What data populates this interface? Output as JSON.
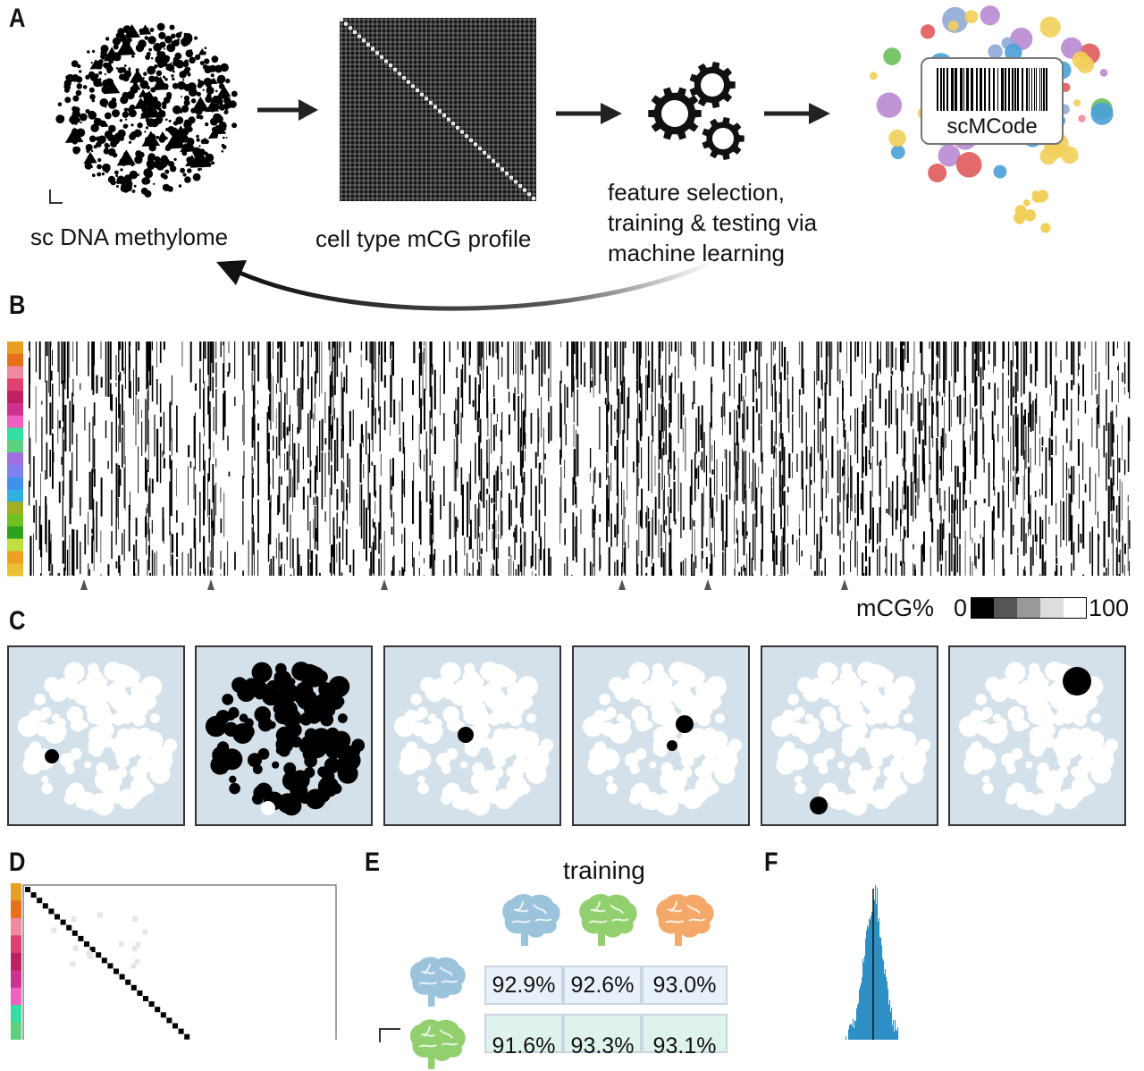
{
  "panels": {
    "a": "A",
    "b": "B",
    "c": "C",
    "d": "D",
    "e": "E",
    "f": "F"
  },
  "pipeline": {
    "step1_label": "sc DNA methylome",
    "step2_label": "cell type mCG profile",
    "step3_label_lines": [
      "feature selection,",
      "training & testing via",
      "machine learning"
    ],
    "barcode_label": "scMCode"
  },
  "heatmap_legend": {
    "title": "mCG%",
    "min": "0",
    "max": "100"
  },
  "accuracy_table": {
    "header": "training",
    "row_1": [
      "92.9%",
      "92.6%",
      "93.0%"
    ],
    "row_2_partial": [
      "91.6%",
      "93.3%",
      "93.1%"
    ]
  },
  "colors": {
    "brain_blue": "#9cc3dc",
    "brain_green": "#92cf6e",
    "brain_orange": "#f4a96a",
    "umap_bg": "#d5e1ea",
    "histogram": "#2e8fc4",
    "cell_row1": "#e8f1f9",
    "cell_row2": "#dff3ee"
  },
  "icons": [
    "gears-icon",
    "brain-icon",
    "barcode-icon",
    "arrow-right-icon",
    "curved-arrow-icon"
  ]
}
